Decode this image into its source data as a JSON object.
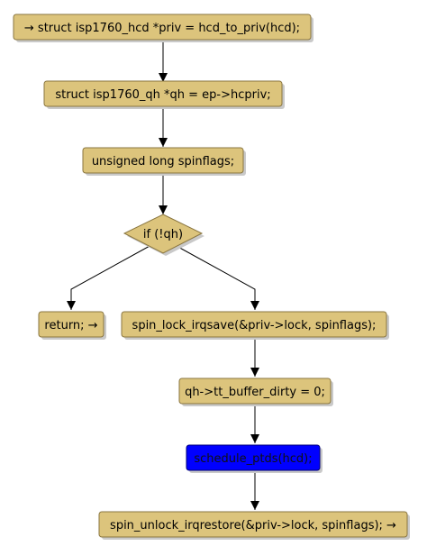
{
  "flowchart": {
    "nodes": [
      {
        "id": "n1",
        "kind": "action",
        "label": "→ struct isp1760_hcd *priv = hcd_to_priv(hcd);"
      },
      {
        "id": "n2",
        "kind": "action",
        "label": "struct isp1760_qh *qh = ep->hcpriv;"
      },
      {
        "id": "n3",
        "kind": "action",
        "label": "unsigned long spinflags;"
      },
      {
        "id": "n4",
        "kind": "decision",
        "label": "if (!qh)"
      },
      {
        "id": "n5",
        "kind": "action",
        "label": "return; →"
      },
      {
        "id": "n6",
        "kind": "action",
        "label": "spin_lock_irqsave(&priv->lock, spinflags);"
      },
      {
        "id": "n7",
        "kind": "action",
        "label": "qh->tt_buffer_dirty = 0;"
      },
      {
        "id": "n8",
        "kind": "action",
        "label": "schedule_ptds(hcd);",
        "highlighted": true
      },
      {
        "id": "n9",
        "kind": "action",
        "label": "spin_unlock_irqrestore(&priv->lock, spinflags); →"
      }
    ],
    "edges": [
      {
        "from": "n1",
        "to": "n2"
      },
      {
        "from": "n2",
        "to": "n3"
      },
      {
        "from": "n3",
        "to": "n4"
      },
      {
        "from": "n4",
        "to": "n5"
      },
      {
        "from": "n4",
        "to": "n6"
      },
      {
        "from": "n6",
        "to": "n7"
      },
      {
        "from": "n7",
        "to": "n8"
      },
      {
        "from": "n8",
        "to": "n9"
      }
    ],
    "colors": {
      "node_fill": "#dcc47c",
      "node_border": "#8a7640",
      "highlight_fill": "#0000ff",
      "edge": "#000000"
    }
  }
}
